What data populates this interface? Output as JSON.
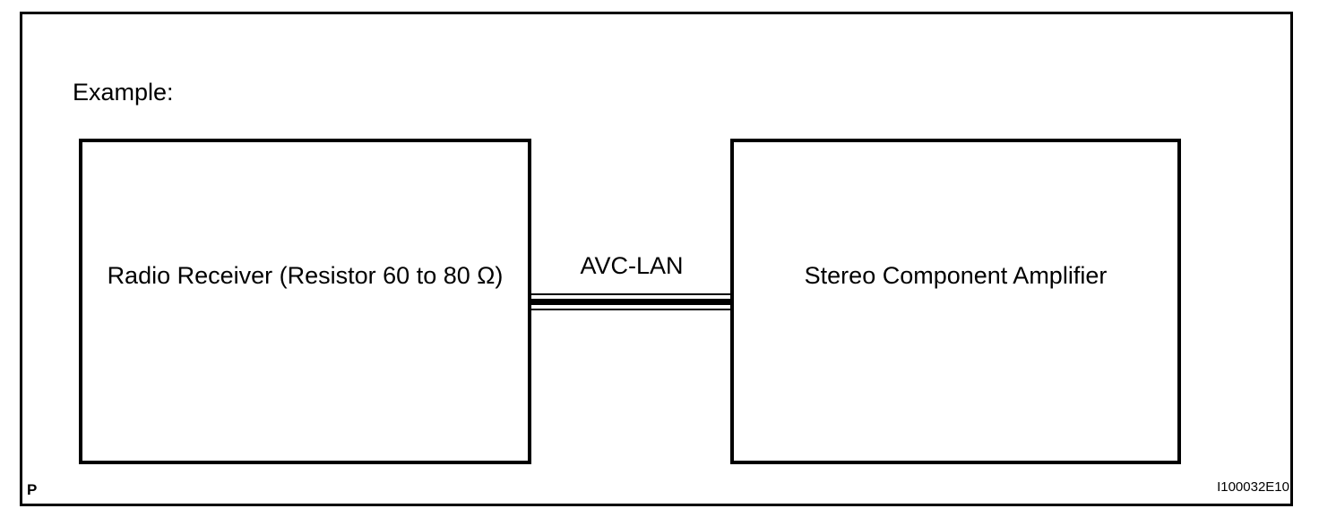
{
  "diagram": {
    "example_label": "Example:",
    "nodes": {
      "radio_receiver": {
        "label": "Radio Receiver (Resistor 60 to 80 Ω)"
      },
      "amplifier": {
        "label": "Stereo Component Amplifier"
      }
    },
    "bus": {
      "label": "AVC-LAN",
      "line_style": "thin-thick-thin"
    },
    "footer": {
      "page_marker": "P",
      "figure_code": "I100032E10"
    },
    "colors": {
      "ink": "#000000",
      "background": "#ffffff"
    }
  }
}
